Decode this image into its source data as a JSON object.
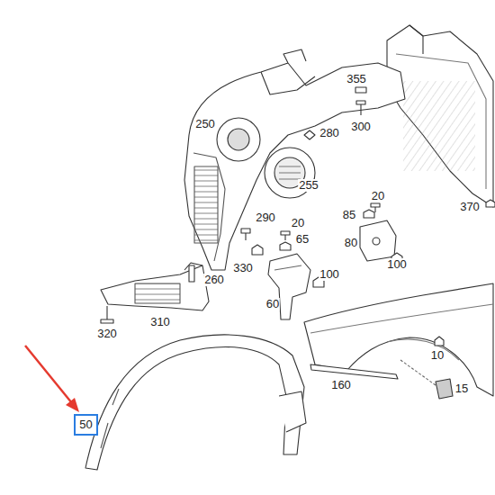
{
  "diagram": {
    "nodes": [
      {
        "text": [
          "50"
        ]
      }
    ],
    "labels": [
      "355",
      "300",
      "250",
      "280",
      "255",
      "20",
      "85",
      "370",
      "290",
      "20",
      "65",
      "80",
      "100",
      "330",
      "260",
      "100",
      "310",
      "60",
      "320",
      "10",
      "160",
      "15"
    ]
  }
}
